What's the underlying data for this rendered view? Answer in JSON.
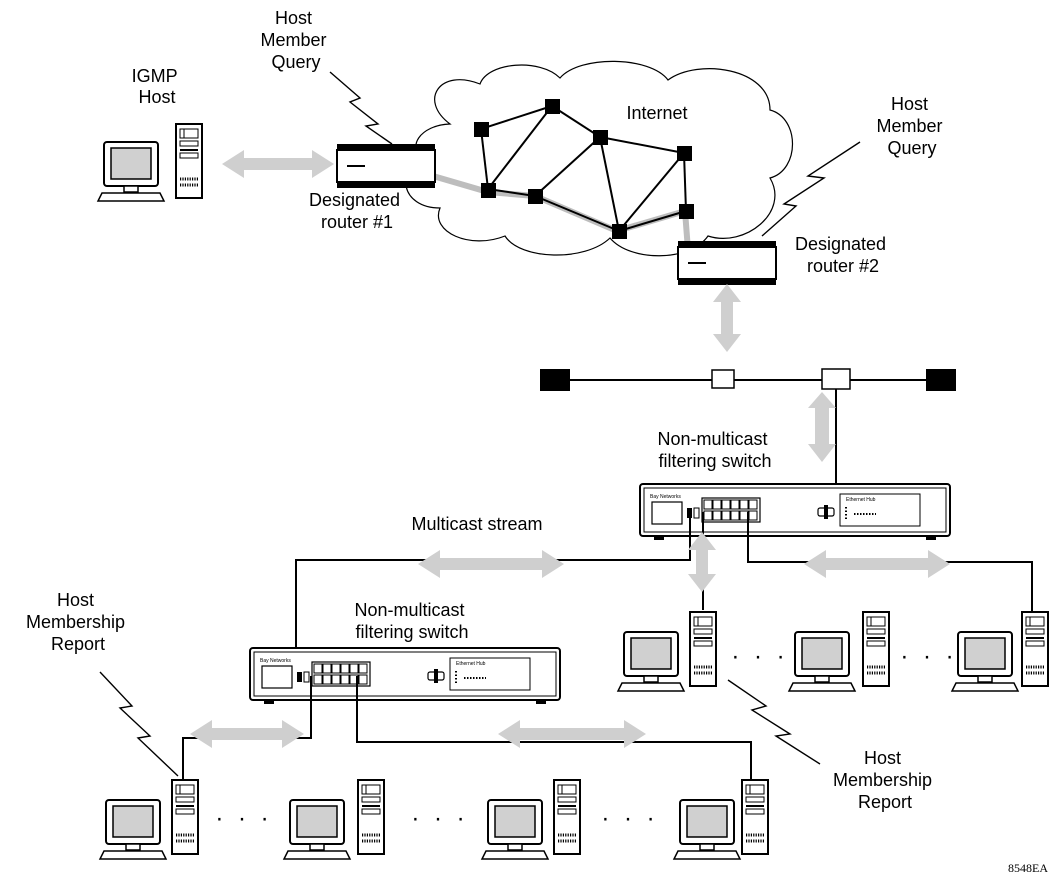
{
  "labels": {
    "host_member_query_1": [
      "Host",
      "Member",
      "Query"
    ],
    "igmp_host": [
      "IGMP",
      "Host"
    ],
    "internet": "Internet",
    "designated_router_1": [
      "Designated",
      "router #1"
    ],
    "host_member_query_2": [
      "Host",
      "Member",
      "Query"
    ],
    "designated_router_2": [
      "Designated",
      "router #2"
    ],
    "switch_upper": [
      "Non-multicast",
      "filtering switch"
    ],
    "multicast_stream": "Multicast stream",
    "switch_lower": [
      "Non-multicast",
      "filtering switch"
    ],
    "host_membership_report_1": [
      "Host",
      "Membership",
      "Report"
    ],
    "host_membership_report_2": [
      "Host",
      "Membership",
      "Report"
    ],
    "ellipsis": "· · ·",
    "figure_id": "8548EA"
  },
  "icons": [
    "computer-icon",
    "tower-icon",
    "router-icon",
    "switch-icon",
    "cloud-icon",
    "lightning-icon",
    "double-arrow-icon"
  ]
}
